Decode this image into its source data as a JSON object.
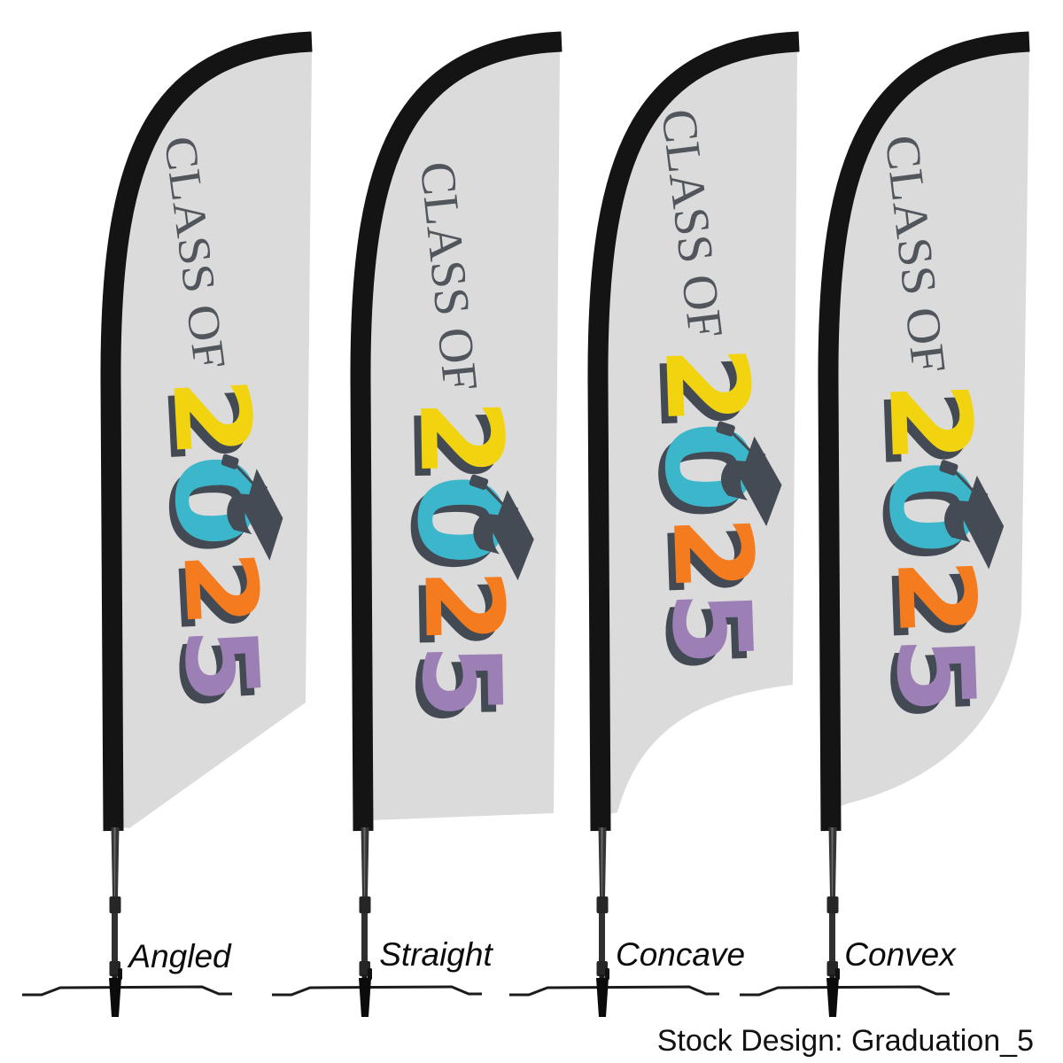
{
  "design": {
    "line1": "CLASS OF",
    "digits": [
      {
        "char": "2",
        "color": "#F1D30F"
      },
      {
        "char": "0",
        "color": "#3CB6CB"
      },
      {
        "char": "2",
        "color": "#F57C1E"
      },
      {
        "char": "5",
        "color": "#9C7FB5"
      }
    ],
    "shadow": "#434A53",
    "cap": "#454B54",
    "heading_color": "#51565D",
    "fabric": "#DBDBDB",
    "pole": "#141414"
  },
  "variants": [
    {
      "label": "Angled"
    },
    {
      "label": "Straight"
    },
    {
      "label": "Concave"
    },
    {
      "label": "Convex"
    }
  ],
  "credit": {
    "text": "Stock Design: Graduation_5"
  }
}
